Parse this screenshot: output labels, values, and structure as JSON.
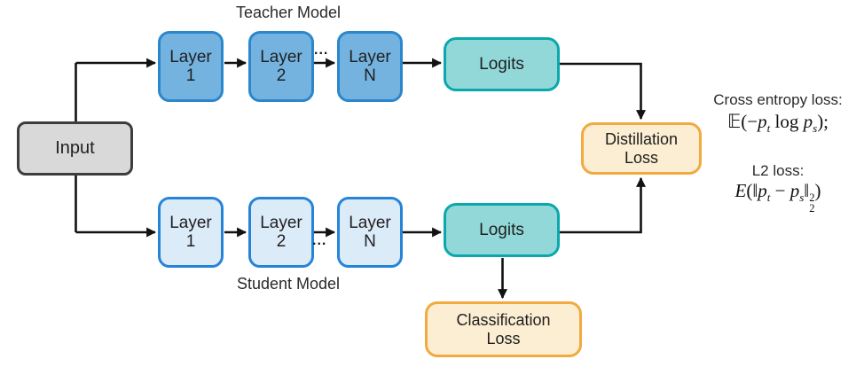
{
  "labels": {
    "teacher_group": "Teacher Model",
    "student_group": "Student Model",
    "dots": "..."
  },
  "nodes": {
    "input": {
      "label": "Input"
    },
    "teacher_layers": [
      {
        "line1": "Layer",
        "line2": "1"
      },
      {
        "line1": "Layer",
        "line2": "2"
      },
      {
        "line1": "Layer",
        "line2": "N"
      }
    ],
    "student_layers": [
      {
        "line1": "Layer",
        "line2": "1"
      },
      {
        "line1": "Layer",
        "line2": "2"
      },
      {
        "line1": "Layer",
        "line2": "N"
      }
    ],
    "teacher_logits": {
      "label": "Logits"
    },
    "student_logits": {
      "label": "Logits"
    },
    "distillation_loss": {
      "line1": "Distillation",
      "line2": "Loss"
    },
    "classification_loss": {
      "line1": "Classification",
      "line2": "Loss"
    }
  },
  "annotations": {
    "cross_entropy_label": "Cross entropy loss:",
    "cross_entropy_formula": {
      "bb_e": "𝔼",
      "open": "(−",
      "p1": "p",
      "sub1": "t",
      "log": " log ",
      "p2": "p",
      "sub2": "s",
      "close": ");"
    },
    "l2_label": "L2 loss:",
    "l2_formula": {
      "e": "E",
      "open": "(",
      "norm1": "‖",
      "p1": "p",
      "sub1": "t",
      "minus": " − ",
      "p2": "p",
      "sub2": "s",
      "norm2": "‖",
      "sup2": "2",
      "subn": "2",
      "close": ")"
    }
  },
  "colors": {
    "teacher_layer_fill": "#74b3e0",
    "teacher_layer_border": "#2b87cc",
    "student_layer_fill": "#dcebf8",
    "student_layer_border": "#2584d8",
    "logits_fill": "#92d8d9",
    "logits_border": "#0aa8ad",
    "loss_fill": "#fbeed2",
    "loss_border": "#f2a93f",
    "input_fill": "#d9d9d9",
    "input_border": "#3d3d3d",
    "arrow": "#121212"
  }
}
